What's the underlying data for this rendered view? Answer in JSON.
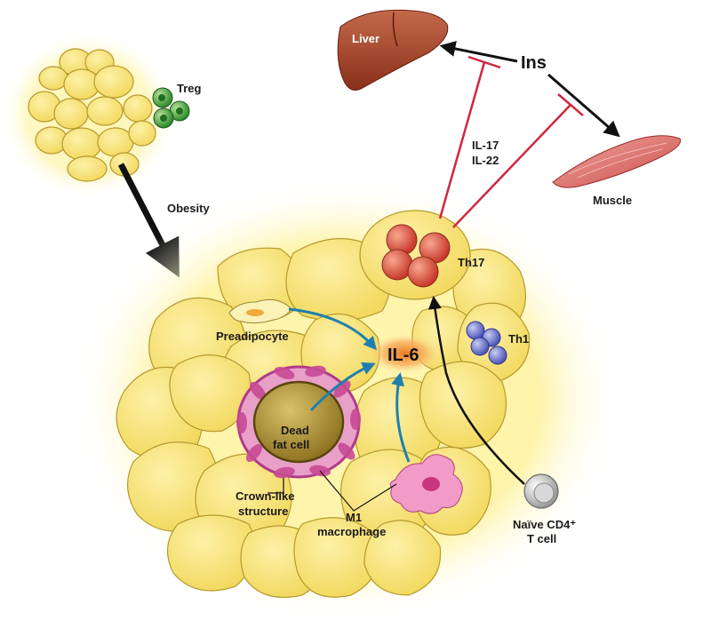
{
  "labels": {
    "treg": "Treg",
    "obesity": "Obesity",
    "liver": "Liver",
    "ins": "Ins",
    "muscle": "Muscle",
    "il17": "IL-17",
    "il22": "IL-22",
    "th17": "Th17",
    "th1": "Th1",
    "preadipocyte": "Preadipocyte",
    "il6": "IL-6",
    "dead_fat_cell_1": "Dead",
    "dead_fat_cell_2": "fat cell",
    "crown_like_1": "Crown-like",
    "crown_like_2": "structure",
    "m1_1": "M1",
    "m1_2": "macrophage",
    "naive_1": "Naïve CD4⁺",
    "naive_2": "T cell"
  },
  "colors": {
    "fat": "#f5df6a",
    "fat_light": "#fbed9c",
    "glow": "#fff3a0",
    "treg": "#3f9a3b",
    "th17": "#e0503a",
    "th1": "#6b72c9",
    "liver": "#a8442b",
    "muscle": "#e0706a",
    "inhibit": "#d0263f",
    "blue_arrow": "#1f7fb0",
    "il6_glow": "#f08a2a"
  }
}
